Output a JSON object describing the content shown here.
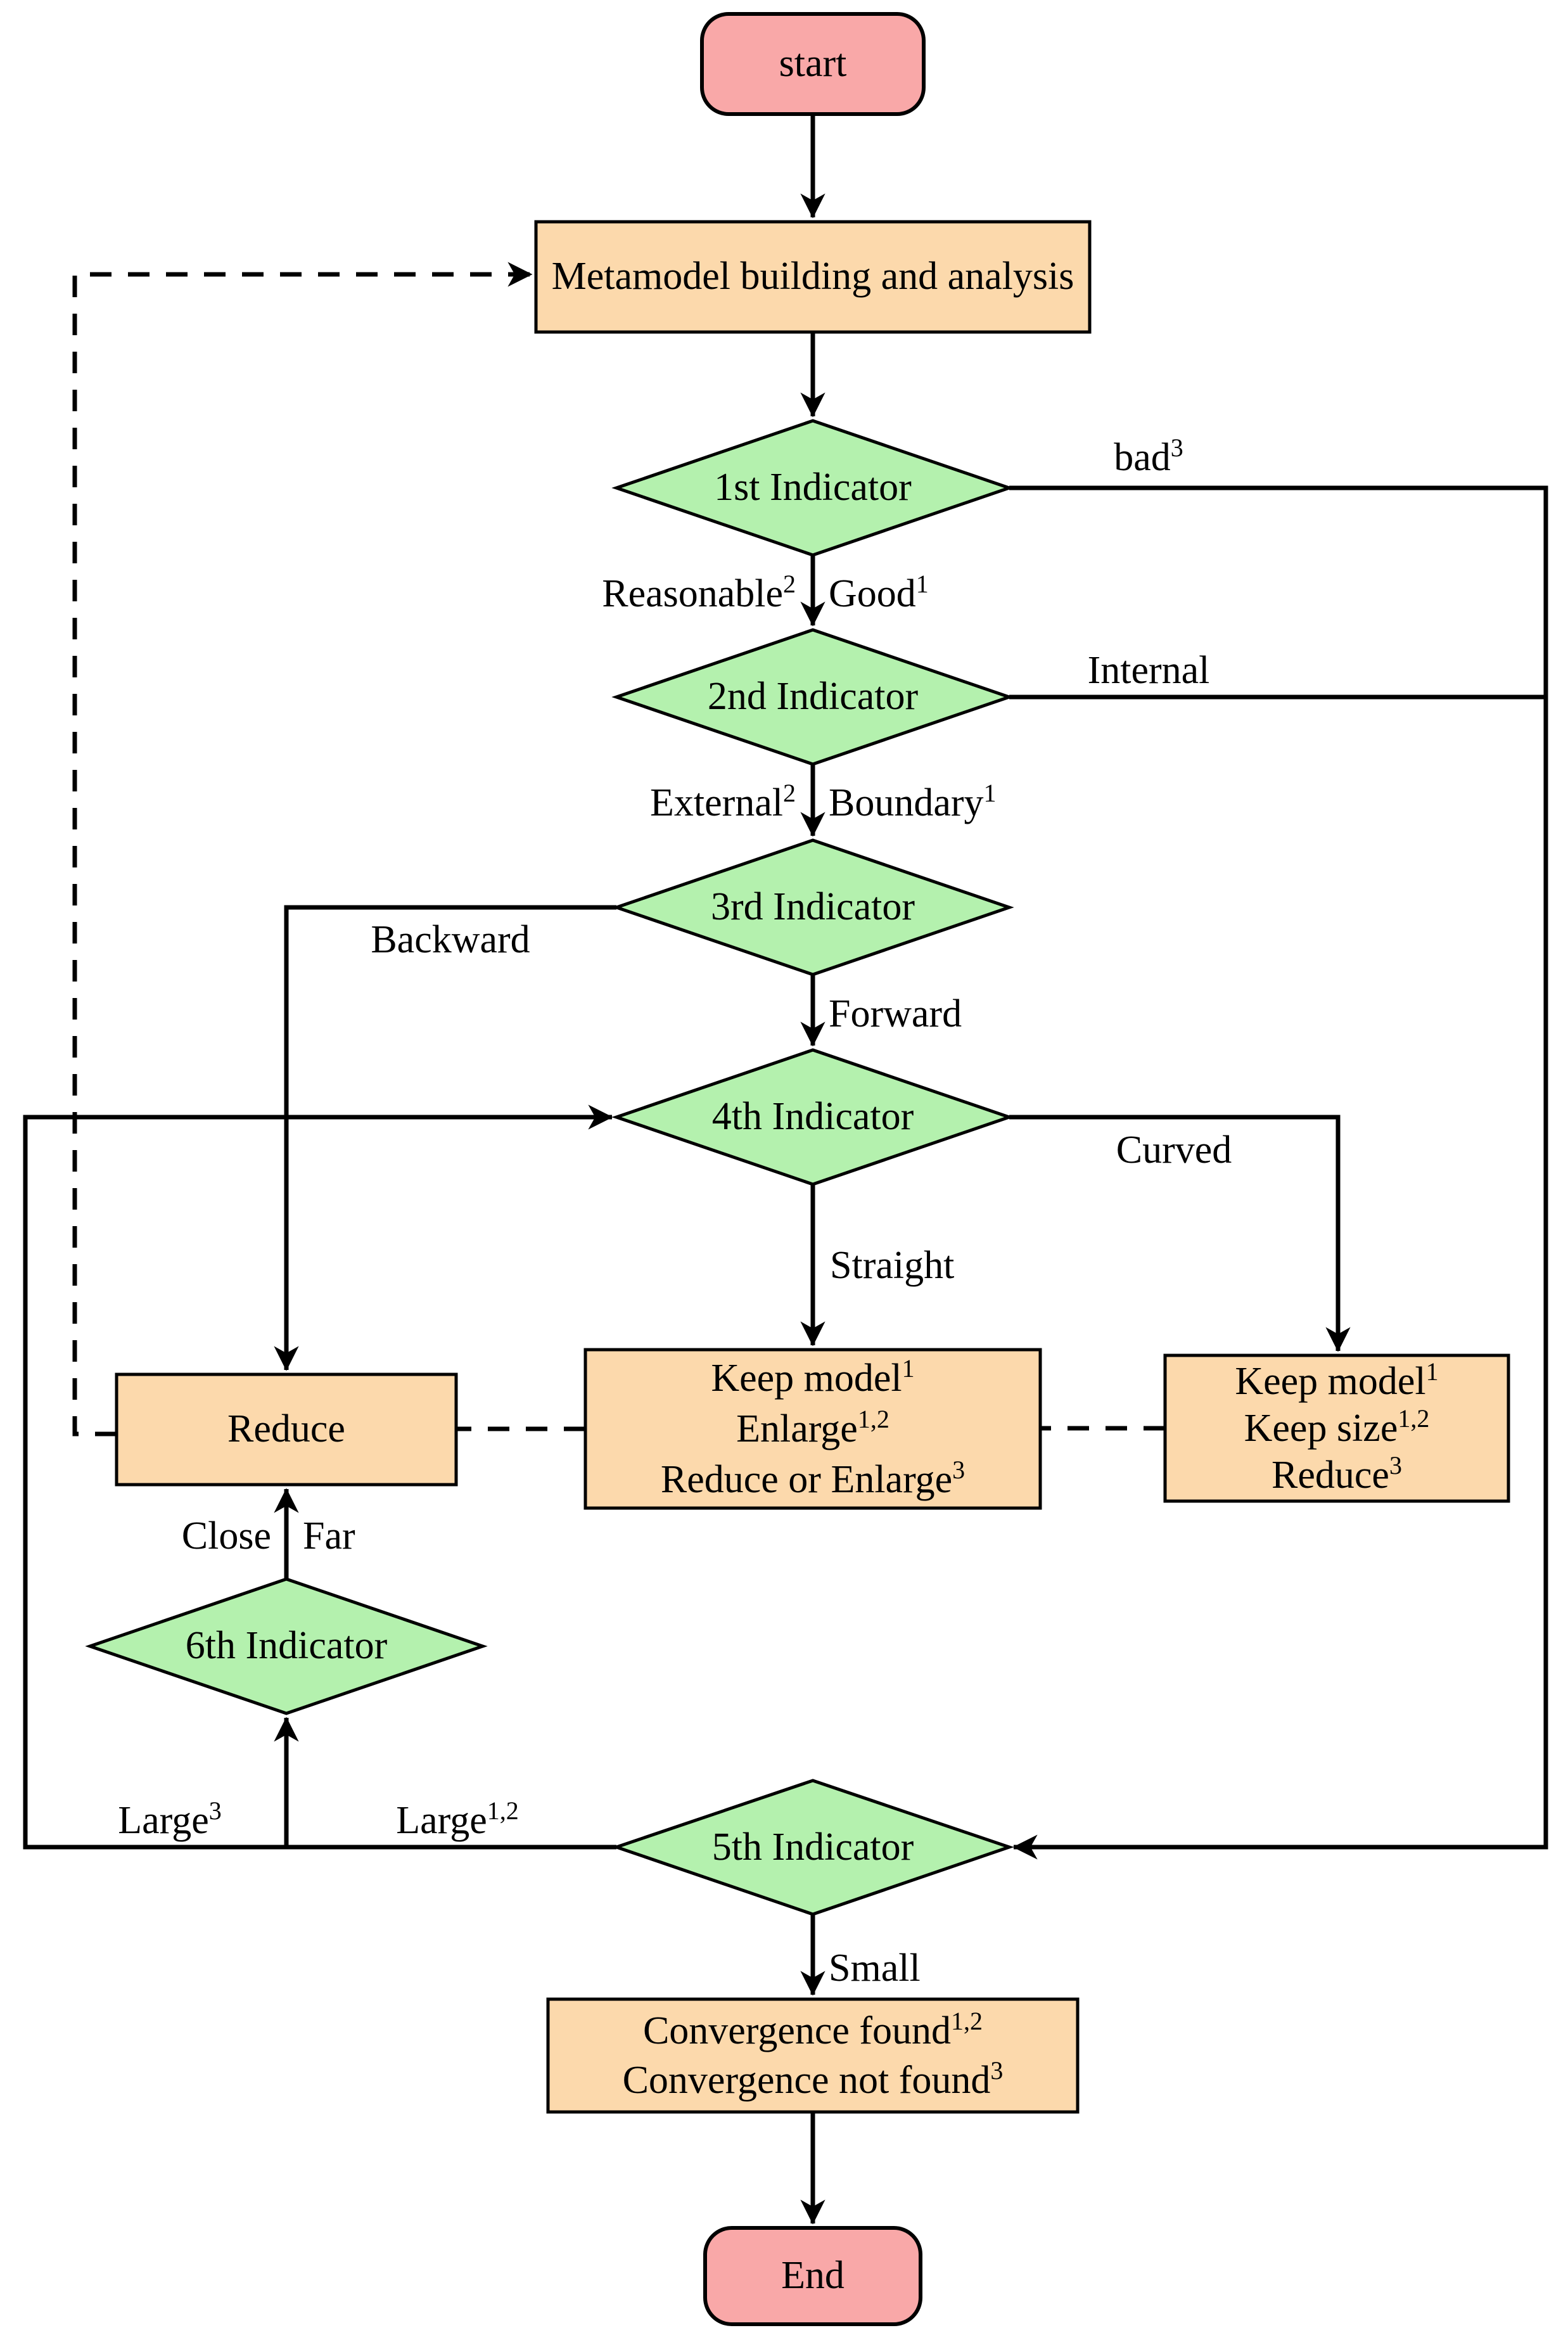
{
  "colors": {
    "terminal_fill": "#F9A8A8",
    "process_fill": "#FCD9AC",
    "decision_fill": "#B4F1AE",
    "stroke": "#000000",
    "background": "#FFFFFF"
  },
  "nodes": {
    "start": {
      "label": "start"
    },
    "metamodel": {
      "label": "Metamodel building and analysis"
    },
    "d1": {
      "label": "1st Indicator"
    },
    "d2": {
      "label": "2nd Indicator"
    },
    "d3": {
      "label": "3rd Indicator"
    },
    "d4": {
      "label": "4th Indicator"
    },
    "d5": {
      "label": "5th Indicator"
    },
    "d6": {
      "label": "6th Indicator"
    },
    "reduce": {
      "label": "Reduce"
    },
    "keep_enlarge": {
      "lines": [
        {
          "text": "Keep model",
          "sup": "1"
        },
        {
          "text": "Enlarge",
          "sup": "1,2"
        },
        {
          "text": "Reduce or Enlarge",
          "sup": "3"
        }
      ]
    },
    "keep_size": {
      "lines": [
        {
          "text": "Keep model",
          "sup": "1"
        },
        {
          "text": "Keep size",
          "sup": "1,2"
        },
        {
          "text": "Reduce",
          "sup": "3"
        }
      ]
    },
    "convergence": {
      "lines": [
        {
          "text": "Convergence found",
          "sup": "1,2"
        },
        {
          "text": "Convergence not found",
          "sup": "3"
        }
      ]
    },
    "end": {
      "label": "End"
    }
  },
  "edge_labels": {
    "bad": {
      "text": "bad",
      "sup": "3"
    },
    "reasonable": {
      "text": "Reasonable",
      "sup": "2"
    },
    "good": {
      "text": "Good",
      "sup": "1"
    },
    "internal": {
      "text": "Internal",
      "sup": ""
    },
    "external": {
      "text": "External",
      "sup": "2"
    },
    "boundary": {
      "text": "Boundary",
      "sup": "1"
    },
    "backward": {
      "text": "Backward",
      "sup": ""
    },
    "forward": {
      "text": "Forward",
      "sup": ""
    },
    "curved": {
      "text": "Curved",
      "sup": ""
    },
    "straight": {
      "text": "Straight",
      "sup": ""
    },
    "close": {
      "text": "Close",
      "sup": ""
    },
    "far": {
      "text": "Far",
      "sup": ""
    },
    "large3": {
      "text": "Large",
      "sup": "3"
    },
    "large12": {
      "text": "Large",
      "sup": "1,2"
    },
    "small": {
      "text": "Small",
      "sup": ""
    }
  }
}
